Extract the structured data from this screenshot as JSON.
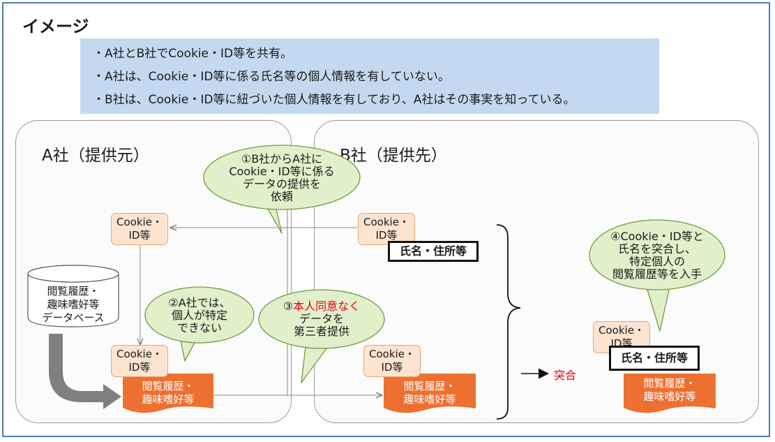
{
  "title": "イメージ",
  "summary": [
    "・A社とB社でCookie・ID等を共有。",
    "・A社は、Cookie・ID等に係る氏名等の個人情報を有していない。",
    "・B社は、Cookie・ID等に紐づいた個人情報を有しており、A社はその事実を知っている。"
  ],
  "panels": {
    "a_label": "A社（提供元）",
    "b_label": "B社（提供先）"
  },
  "cookie": {
    "line1": "Cookie・",
    "line2": "ID等"
  },
  "name_label": "氏名・住所等",
  "browsing": {
    "line1": "閲覧履歴・",
    "line2": "趣味嗜好等"
  },
  "database": {
    "line1": "閲覧履歴・",
    "line2": "趣味嗜好等",
    "line3": "データベース"
  },
  "bubble1": {
    "line1": "①B社からA社に",
    "line2": "Cookie・ID等に係る",
    "line3": "データの提供を",
    "line4": "依頼"
  },
  "bubble2": {
    "line1": "②A社では、",
    "line2": "個人が特定",
    "line3": "できない"
  },
  "bubble3": {
    "line1_prefix": "③",
    "line1_highlight": "本人同意なく",
    "line2": "データを",
    "line3": "第三者提供"
  },
  "bubble4": {
    "line1": "④Cookie・ID等と",
    "line2": "氏名を突合し、",
    "line3": "特定個人の",
    "line4": "閲覧履歴等を入手"
  },
  "match_label": "突合",
  "colors": {
    "frame": "#4a7ab5",
    "summary_bg": "#c4d9ef",
    "bubble_fill": "#e2efcb",
    "bubble_stroke": "#6f9a43",
    "cookie_fill": "#fce4d0",
    "doc_fill": "#ee7030",
    "arrow_gray": "#7f7f7f",
    "highlight": "#e60012"
  }
}
